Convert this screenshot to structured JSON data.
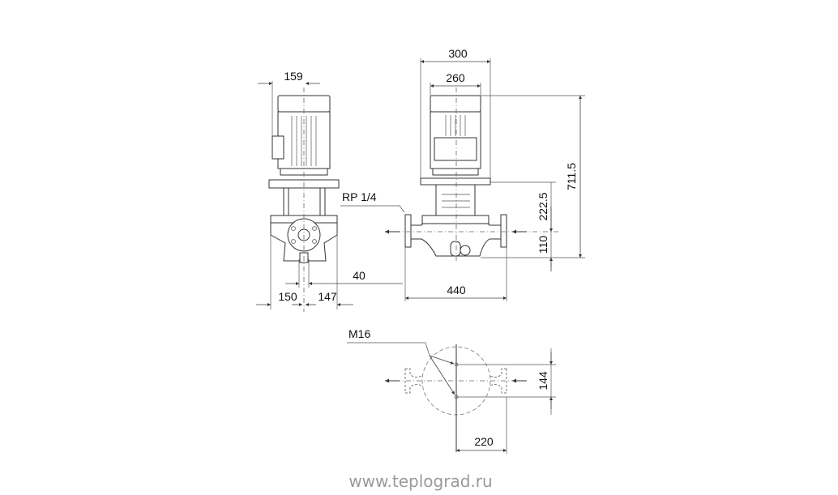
{
  "drawing": {
    "side_view": {
      "dims": {
        "width_top": "159",
        "left": "150",
        "right": "147"
      }
    },
    "front_view": {
      "dims": {
        "overall_width": "300",
        "motor_width": "260",
        "overall_height": "711.5",
        "motor_to_axis": "222.5",
        "axis_height": "110",
        "port_length": "440",
        "offset": "40"
      },
      "labels": {
        "vent_plug": "RP 1/4"
      }
    },
    "plan_view": {
      "dims": {
        "bolt_spacing": "144",
        "base_width": "220"
      },
      "labels": {
        "bolt": "M16"
      }
    }
  },
  "watermark": "www.teplograd.ru",
  "colors": {
    "line": "#333333",
    "watermark": "#9a9a9a"
  }
}
